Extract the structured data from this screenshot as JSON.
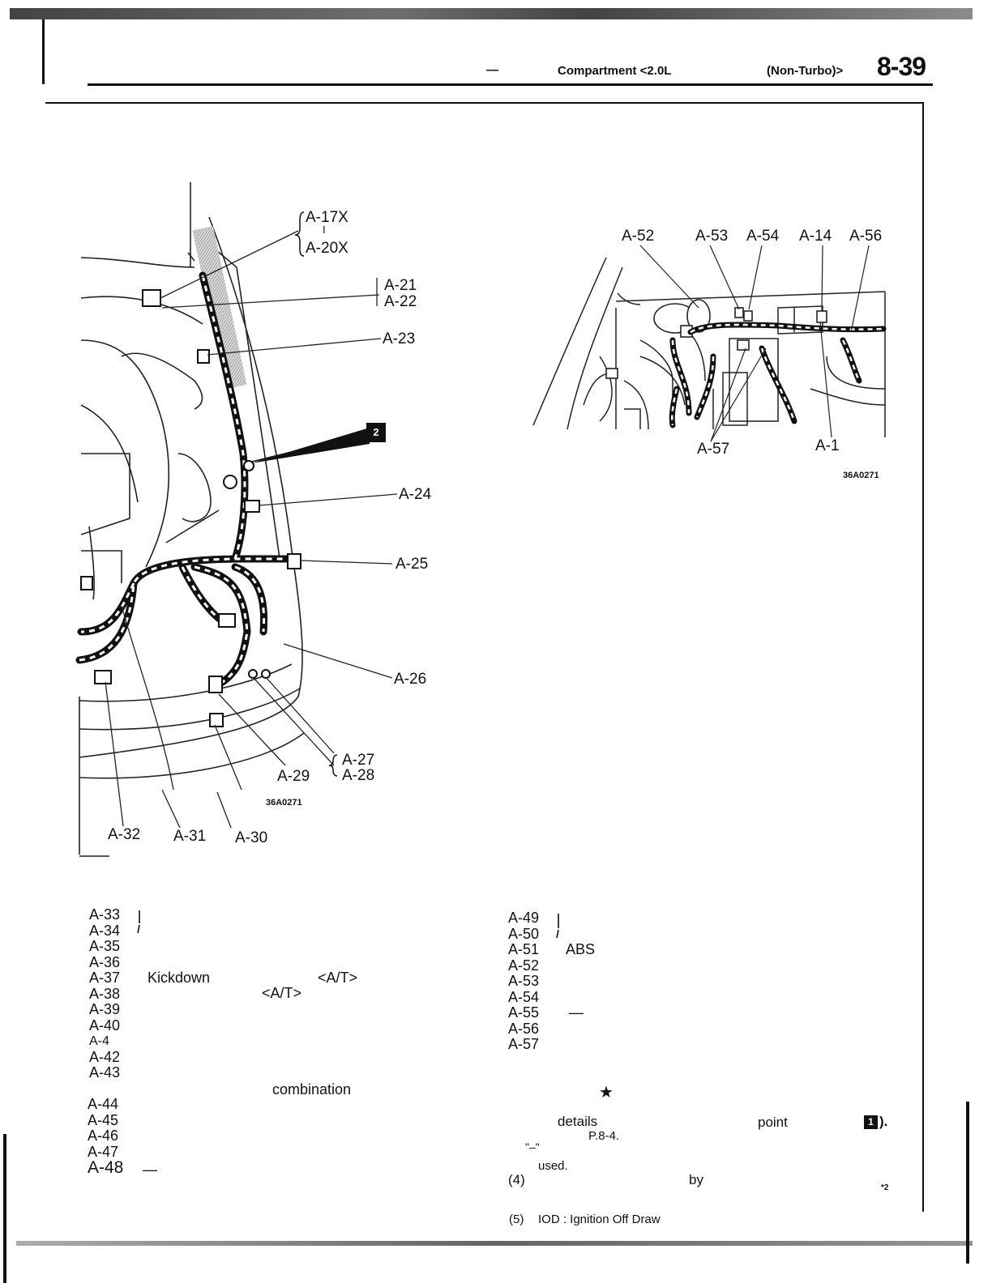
{
  "header": {
    "dash": "—",
    "compartment": "Compartment <2.0L",
    "non_turbo": "(Non-Turbo)>",
    "page_number": "8-39"
  },
  "left_diagram": {
    "labels": {
      "a17x": "A-17X",
      "dots1": "I",
      "a20x": "A-20X",
      "a21": "A-21",
      "dots2": "I",
      "a22": "A-22",
      "a23": "A-23",
      "a24": "A-24",
      "a25": "A-25",
      "a26": "A-26",
      "a27": "A-27",
      "a28": "A-28",
      "a29": "A-29",
      "a30": "A-30",
      "a31": "A-31",
      "a32": "A-32"
    },
    "callout_badge": "2",
    "code": "36A0271"
  },
  "right_diagram": {
    "labels": {
      "a52": "A-52",
      "a53": "A-53",
      "a54": "A-54",
      "a14": "A-14",
      "a56": "A-56",
      "a57": "A-57",
      "a1": "A-1"
    },
    "code": "36A0271"
  },
  "left_list": {
    "items": [
      "A-33",
      "A-34",
      "A-35",
      "A-36",
      "A-37",
      "A-38",
      "A-39",
      "A-40",
      "A-4",
      "A-42",
      "A-43"
    ],
    "kickdown": "Kickdown",
    "at1": "<A/T>",
    "at2": "<A/T>",
    "combination": "combination",
    "items2": [
      "A-44",
      "A-45",
      "A-46",
      "A-47",
      "A-48"
    ],
    "dash48": "—"
  },
  "right_list": {
    "items": [
      "A-49",
      "A-50",
      "A-51",
      "A-52",
      "A-53",
      "A-54",
      "A-55",
      "A-56",
      "A-57"
    ],
    "abs": "ABS",
    "dash55": "—"
  },
  "notes": {
    "star": "★",
    "details": "details",
    "point": "point",
    "badge": "1",
    "close": ").",
    "page_ref": "P.8-4.",
    "quote_dash": "\"–\"",
    "used": "used.",
    "n4": "(4)",
    "by": "by",
    "mark2": "*2",
    "n5": "(5)",
    "iod": "IOD : Ignition Off Draw"
  }
}
